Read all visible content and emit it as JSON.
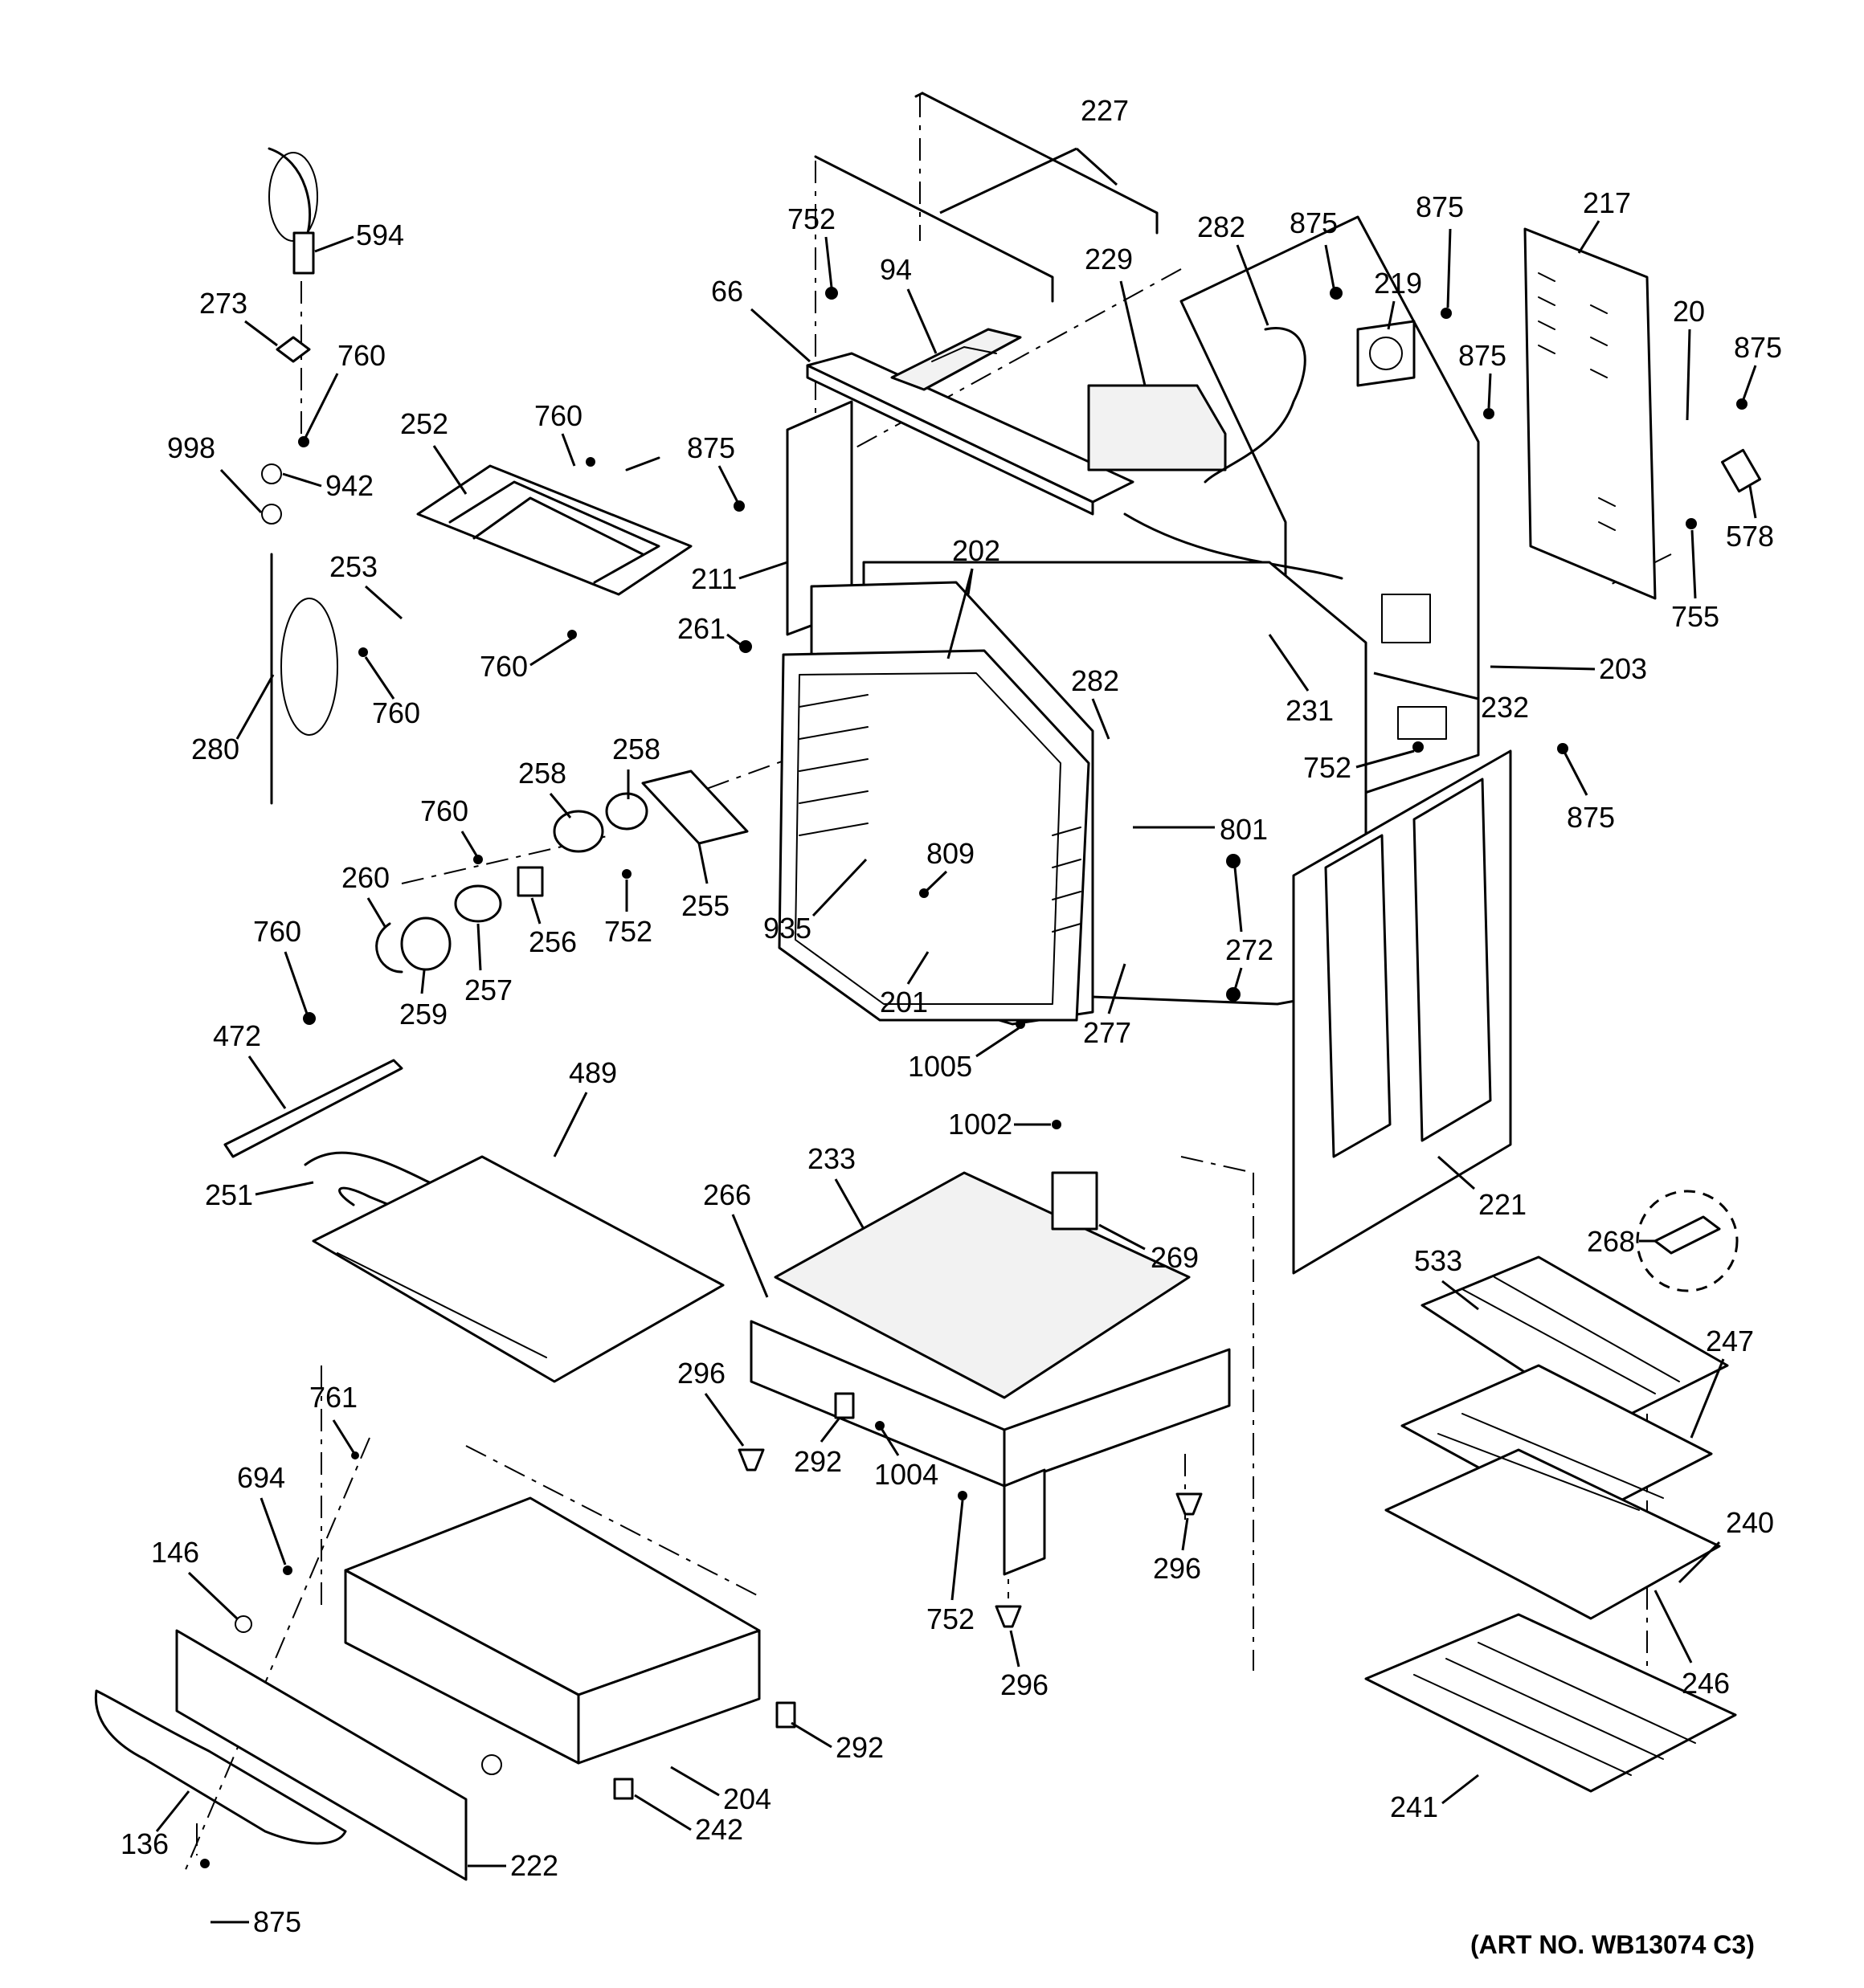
{
  "art_number": "(ART NO. WB13074 C3)",
  "callouts": [
    {
      "id": "c227",
      "label": "227"
    },
    {
      "id": "c752a",
      "label": "752"
    },
    {
      "id": "c94",
      "label": "94"
    },
    {
      "id": "c66",
      "label": "66"
    },
    {
      "id": "c229",
      "label": "229"
    },
    {
      "id": "c282a",
      "label": "282"
    },
    {
      "id": "c875a",
      "label": "875"
    },
    {
      "id": "c875b",
      "label": "875"
    },
    {
      "id": "c219",
      "label": "219"
    },
    {
      "id": "c217",
      "label": "217"
    },
    {
      "id": "c875c",
      "label": "875"
    },
    {
      "id": "c20",
      "label": "20"
    },
    {
      "id": "c875d",
      "label": "875"
    },
    {
      "id": "c578",
      "label": "578"
    },
    {
      "id": "c755",
      "label": "755"
    },
    {
      "id": "c594",
      "label": "594"
    },
    {
      "id": "c273",
      "label": "273"
    },
    {
      "id": "c760a",
      "label": "760"
    },
    {
      "id": "c998",
      "label": "998"
    },
    {
      "id": "c942",
      "label": "942"
    },
    {
      "id": "c252",
      "label": "252"
    },
    {
      "id": "c760b",
      "label": "760"
    },
    {
      "id": "c875e",
      "label": "875"
    },
    {
      "id": "c211",
      "label": "211"
    },
    {
      "id": "c202",
      "label": "202"
    },
    {
      "id": "c253",
      "label": "253"
    },
    {
      "id": "c760c",
      "label": "760"
    },
    {
      "id": "c760d",
      "label": "760"
    },
    {
      "id": "c280",
      "label": "280"
    },
    {
      "id": "c261",
      "label": "261"
    },
    {
      "id": "c282b",
      "label": "282"
    },
    {
      "id": "c231",
      "label": "231"
    },
    {
      "id": "c232",
      "label": "232"
    },
    {
      "id": "c203",
      "label": "203"
    },
    {
      "id": "c752b",
      "label": "752"
    },
    {
      "id": "c875f",
      "label": "875"
    },
    {
      "id": "c801",
      "label": "801"
    },
    {
      "id": "c258a",
      "label": "258"
    },
    {
      "id": "c258b",
      "label": "258"
    },
    {
      "id": "c760e",
      "label": "760"
    },
    {
      "id": "c260",
      "label": "260"
    },
    {
      "id": "c255",
      "label": "255"
    },
    {
      "id": "c752c",
      "label": "752"
    },
    {
      "id": "c256",
      "label": "256"
    },
    {
      "id": "c257",
      "label": "257"
    },
    {
      "id": "c259",
      "label": "259"
    },
    {
      "id": "c809",
      "label": "809"
    },
    {
      "id": "c935",
      "label": "935"
    },
    {
      "id": "c272",
      "label": "272"
    },
    {
      "id": "c201",
      "label": "201"
    },
    {
      "id": "c277",
      "label": "277"
    },
    {
      "id": "c1005",
      "label": "1005"
    },
    {
      "id": "c760f",
      "label": "760"
    },
    {
      "id": "c472",
      "label": "472"
    },
    {
      "id": "c489",
      "label": "489"
    },
    {
      "id": "c251",
      "label": "251"
    },
    {
      "id": "c1002",
      "label": "1002"
    },
    {
      "id": "c233",
      "label": "233"
    },
    {
      "id": "c266",
      "label": "266"
    },
    {
      "id": "c269",
      "label": "269"
    },
    {
      "id": "c221",
      "label": "221"
    },
    {
      "id": "c268",
      "label": "268"
    },
    {
      "id": "c533",
      "label": "533"
    },
    {
      "id": "c247",
      "label": "247"
    },
    {
      "id": "c296a",
      "label": "296"
    },
    {
      "id": "c292a",
      "label": "292"
    },
    {
      "id": "c1004",
      "label": "1004"
    },
    {
      "id": "c296b",
      "label": "296"
    },
    {
      "id": "c761",
      "label": "761"
    },
    {
      "id": "c694",
      "label": "694"
    },
    {
      "id": "c146",
      "label": "146"
    },
    {
      "id": "c752d",
      "label": "752"
    },
    {
      "id": "c296c",
      "label": "296"
    },
    {
      "id": "c240",
      "label": "240"
    },
    {
      "id": "c246",
      "label": "246"
    },
    {
      "id": "c292b",
      "label": "292"
    },
    {
      "id": "c204",
      "label": "204"
    },
    {
      "id": "c136",
      "label": "136"
    },
    {
      "id": "c222",
      "label": "222"
    },
    {
      "id": "c242",
      "label": "242"
    },
    {
      "id": "c875g",
      "label": "875"
    },
    {
      "id": "c241",
      "label": "241"
    }
  ]
}
